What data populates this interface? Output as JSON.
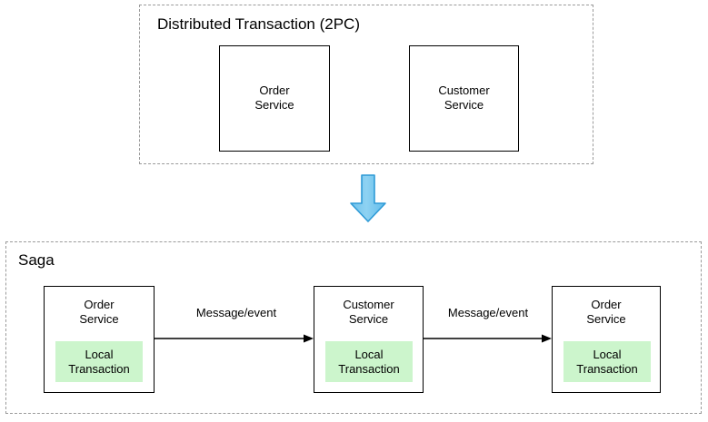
{
  "diagram": {
    "title_top": "Distributed Transaction (2PC)",
    "title_bottom": "Saga",
    "colors": {
      "local_transaction_fill": "#ccf5cc",
      "arrow_fill": "#7ec8ef",
      "arrow_stroke": "#2e9ad6",
      "box_stroke": "#000000",
      "group_stroke": "#9a9a9a",
      "background": "#ffffff"
    },
    "top_section": {
      "title": "Distributed Transaction (2PC)",
      "services": [
        {
          "name": "Order\nService"
        },
        {
          "name": "Customer\nService"
        }
      ]
    },
    "transition": {
      "icon": "down-arrow-icon",
      "direction": "down"
    },
    "bottom_section": {
      "title": "Saga",
      "services": [
        {
          "name": "Order\nService",
          "local_transaction": "Local\nTransaction"
        },
        {
          "name": "Customer\nService",
          "local_transaction": "Local\nTransaction"
        },
        {
          "name": "Order\nService",
          "local_transaction": "Local\nTransaction"
        }
      ],
      "connections": [
        {
          "label": "Message/event",
          "from": "Order Service",
          "to": "Customer Service"
        },
        {
          "label": "Message/event",
          "from": "Customer Service",
          "to": "Order Service"
        }
      ]
    }
  }
}
